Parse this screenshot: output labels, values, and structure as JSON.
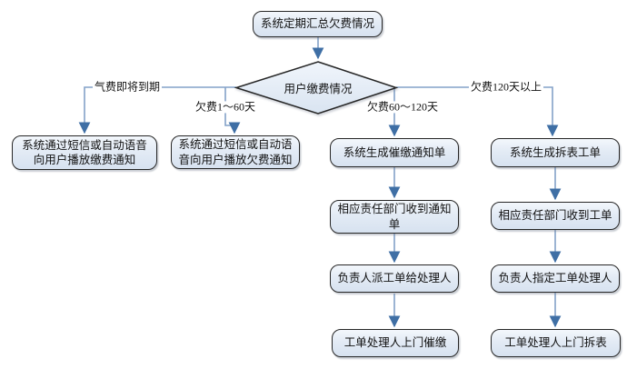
{
  "flowchart": {
    "nodes": {
      "start": "系统定期汇总欠费情况",
      "decision": "用户缴费情况",
      "notify_payment": "系统通过短信或自动语音向用户播放缴费通知",
      "notify_arrears": "系统通过短信或自动语音向用户播放欠费通知",
      "generate_reminder_notice": "系统生成催缴通知单",
      "generate_removal_order": "系统生成拆表工单",
      "dept_receive_notice": "相应责任部门收到通知单",
      "dept_receive_order": "相应责任部门收到工单",
      "leader_dispatch_order": "负责人派工单给处理人",
      "leader_assign_handler": "负责人指定工单处理人",
      "handler_visit_collect": "工单处理人上门催缴",
      "handler_visit_remove": "工单处理人上门拆表"
    },
    "branch_labels": {
      "gas_fee_due_soon": "气费即将到期",
      "overdue_1_60_days": "欠费1～60天",
      "overdue_60_120_days": "欠费60～120天",
      "overdue_over_120_days": "欠费120天以上"
    },
    "colors": {
      "shape_fill_top": "#f3f7fc",
      "shape_fill_bottom": "#d7e2f0",
      "shape_border": "#262626",
      "connector_line": "#84a2c8",
      "arrowhead": "#3f6fa5",
      "text": "#111111",
      "background": "#ffffff"
    }
  }
}
